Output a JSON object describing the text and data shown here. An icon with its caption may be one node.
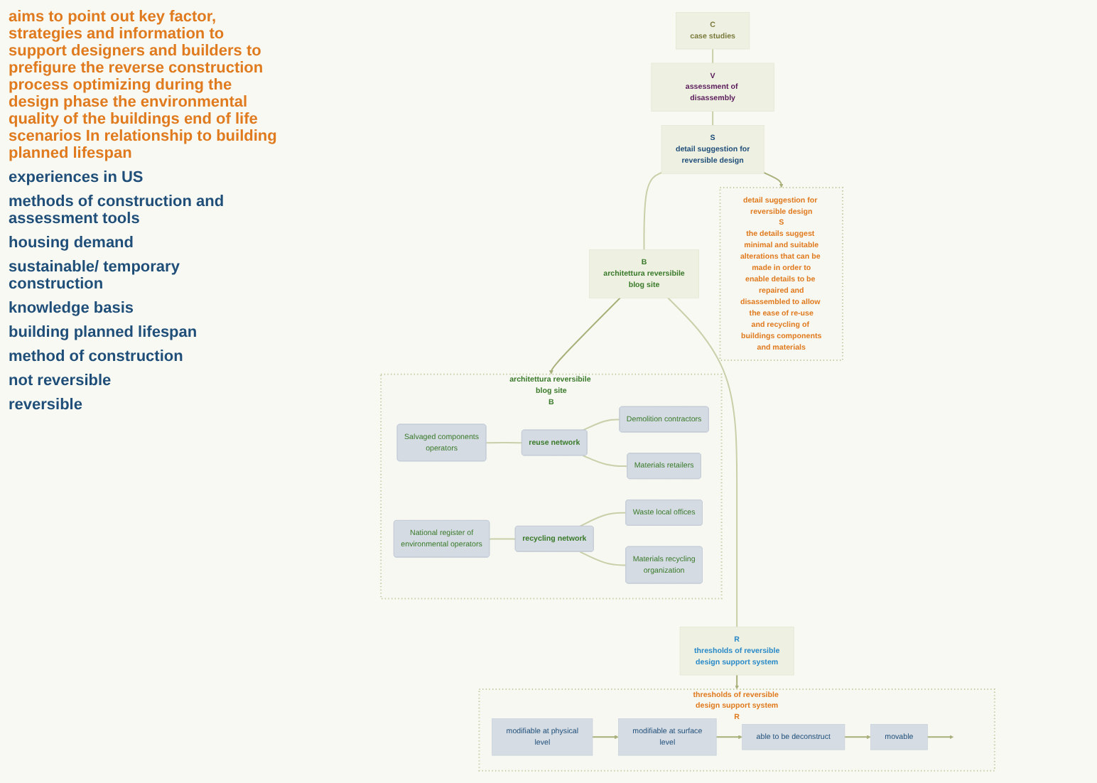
{
  "diagram": {
    "nodes": [
      {
        "text": [
          "C",
          "case studies"
        ]
      },
      {
        "text": [
          "V",
          "assessment of disassembly"
        ]
      },
      {
        "text": [
          "S",
          "detail suggestion for reversible design"
        ]
      },
      {
        "text": [
          "B",
          "architettura reversibile blog site"
        ]
      },
      {
        "text": [
          "R",
          "thresholds of reversible design support system"
        ]
      },
      {
        "text": [
          "detail suggestion for reversible design",
          "S",
          "the details suggest minimal and suitable alterations that can be made in order to enable details to be repaired and disassembled to allow the ease of re-use and recycling of buildings components and materials"
        ]
      },
      {
        "text": [
          "architettura reversibile blog site",
          "B"
        ]
      },
      {
        "text": [
          "Salvaged components operators"
        ],
        "in": 6
      },
      {
        "text": [
          "reuse network"
        ],
        "in": 6
      },
      {
        "text": [
          "Demolition contractors"
        ],
        "in": 6
      },
      {
        "text": [
          "Materials retailers"
        ],
        "in": 6
      },
      {
        "text": [
          "National register of environmental operators"
        ],
        "in": 6
      },
      {
        "text": [
          "recycling network"
        ],
        "in": 6
      },
      {
        "text": [
          "Waste local offices"
        ],
        "in": 6
      },
      {
        "text": [
          "Materials recycling organization"
        ],
        "in": 6
      },
      {
        "text": [
          "thresholds of reversible design support system",
          "R"
        ]
      },
      {
        "text": [
          "modifiable at physical level"
        ],
        "in": 15
      },
      {
        "text": [
          "modifiable at surface level"
        ],
        "in": 15
      },
      {
        "text": [
          "able to be deconstruct"
        ],
        "in": 15
      },
      {
        "text": [
          "movable"
        ],
        "in": 15
      }
    ],
    "edges": [
      {
        "from": 0,
        "to": 1,
        "arrow": "none"
      },
      {
        "from": 1,
        "to": 2,
        "arrow": "none"
      },
      {
        "from": 2,
        "to": 3,
        "arrow": "none"
      },
      {
        "from": 3,
        "to": 4,
        "arrow": "none"
      },
      {
        "from": 2,
        "to": 5,
        "arrow": "to"
      },
      {
        "from": 3,
        "to": 6,
        "arrow": "to"
      },
      {
        "from": 4,
        "to": 15,
        "arrow": "to"
      },
      {
        "from": 7,
        "to": 8,
        "arrow": "none"
      },
      {
        "from": 8,
        "to": 9,
        "arrow": "none"
      },
      {
        "from": 8,
        "to": 10,
        "arrow": "none"
      },
      {
        "from": 11,
        "to": 12,
        "arrow": "none"
      },
      {
        "from": 12,
        "to": 13,
        "arrow": "none"
      },
      {
        "from": 12,
        "to": 14,
        "arrow": "none"
      },
      {
        "from": 16,
        "to": 17,
        "arrow": "to"
      },
      {
        "from": 17,
        "to": 18,
        "arrow": "to"
      },
      {
        "from": 18,
        "to": 19,
        "arrow": "to"
      },
      {
        "from": 19,
        "to": null,
        "arrow": "to"
      }
    ],
    "labels": [
      "aims to point out key factor, strategies and information to support designers and builders to prefigure the reverse construction process optimizing during the design phase the environmental quality of the buildings end of life scenarios In relationship to building planned lifespan",
      "experiences in US",
      "methods of construction and assessment tools",
      "housing demand",
      "sustainable/ temporary construction",
      "knowledge basis",
      "building planned lifespan",
      "method of construction",
      "not reversible",
      "reversible"
    ]
  }
}
